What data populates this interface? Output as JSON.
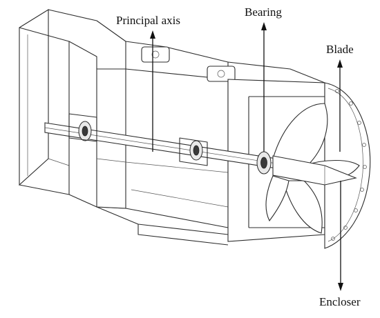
{
  "labels": {
    "principal_axis": "Principal axis",
    "bearing": "Bearing",
    "blade": "Blade",
    "encloser": "Encloser"
  },
  "colors": {
    "line": "#2b2b2b",
    "background": "#ffffff",
    "label": "#111111"
  }
}
